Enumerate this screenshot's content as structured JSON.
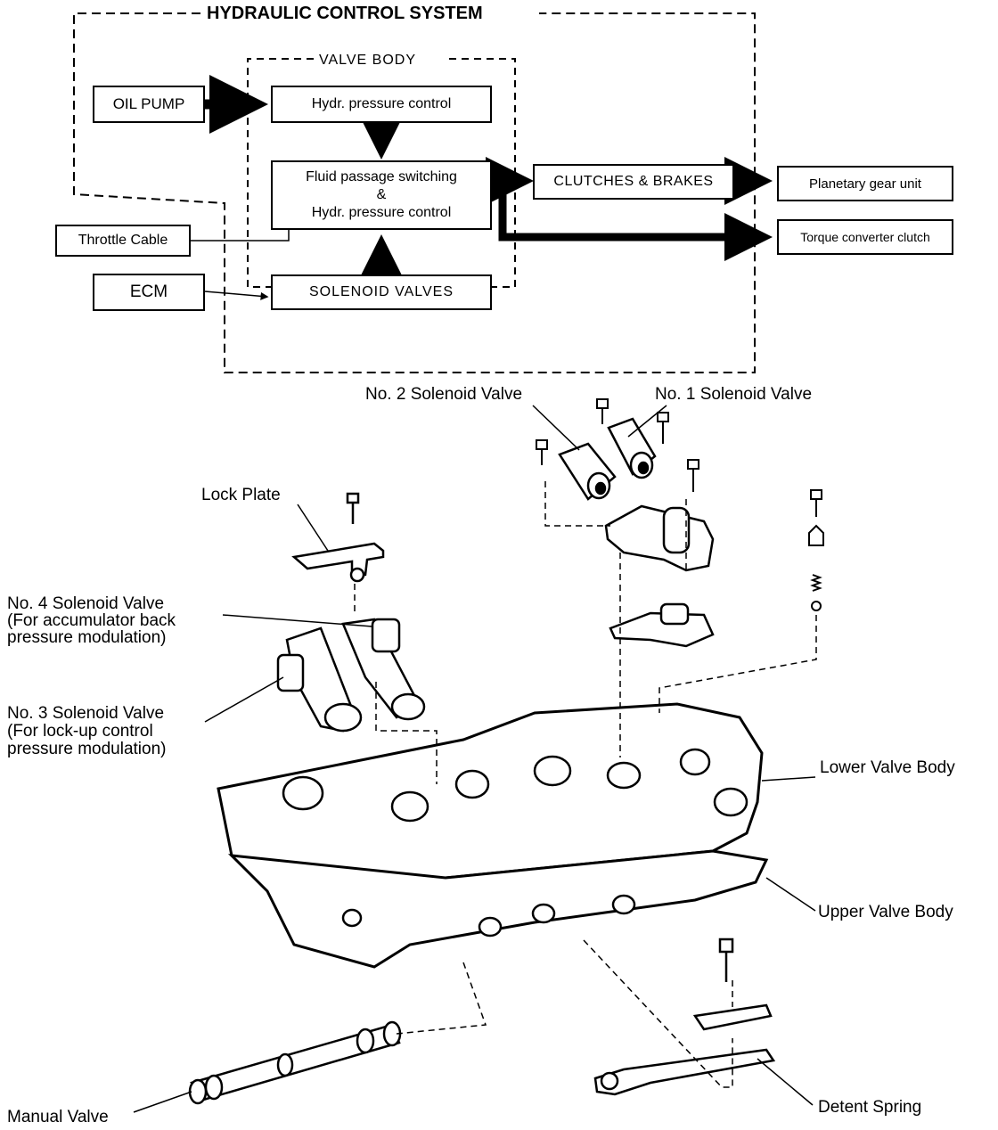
{
  "block_diagram": {
    "title": "HYDRAULIC CONTROL SYSTEM",
    "valve_body_label": "VALVE BODY",
    "oil_pump": "OIL PUMP",
    "hydr_pressure_control": "Hydr. pressure control",
    "fluid_passage": {
      "line1": "Fluid passage switching",
      "line2": "&",
      "line3": "Hydr. pressure control"
    },
    "throttle_cable": "Throttle Cable",
    "ecm": "ECM",
    "solenoid_valves": "SOLENOID VALVES",
    "clutches_brakes": "CLUTCHES & BRAKES",
    "planetary_gear_unit": "Planetary gear unit",
    "torque_converter_clutch": "Torque converter clutch"
  },
  "exploded_view": {
    "no2_solenoid": "No. 2 Solenoid Valve",
    "no1_solenoid": "No. 1 Solenoid Valve",
    "lock_plate": "Lock Plate",
    "no4_solenoid": {
      "line1": "No. 4 Solenoid Valve",
      "line2": "(For accumulator back",
      "line3": "pressure modulation)"
    },
    "no3_solenoid": {
      "line1": "No. 3 Solenoid Valve",
      "line2": "(For lock-up control",
      "line3": "pressure modulation)"
    },
    "lower_valve_body": "Lower Valve Body",
    "upper_valve_body": "Upper Valve Body",
    "manual_valve": "Manual Valve",
    "detent_spring": "Detent Spring"
  }
}
